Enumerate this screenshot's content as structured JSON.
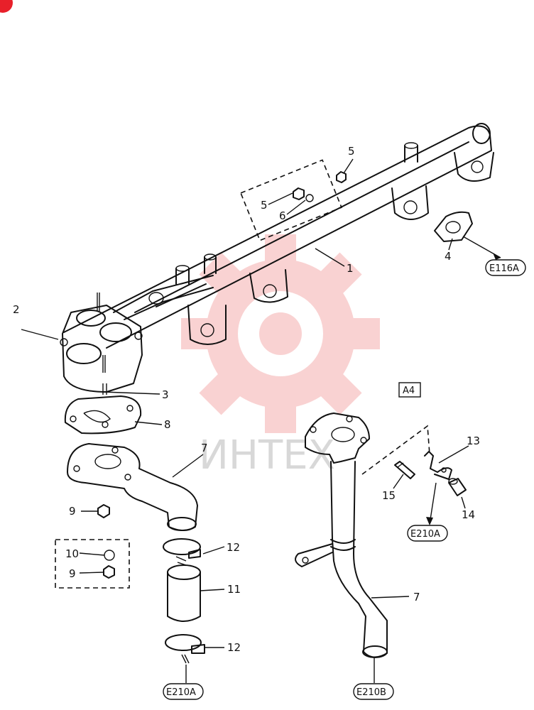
{
  "diagram": {
    "section_label": "A4",
    "watermark_text": "ИНТЕХ",
    "callouts": [
      {
        "id": "c1",
        "text": "1"
      },
      {
        "id": "c2",
        "text": "2"
      },
      {
        "id": "c3",
        "text": "3"
      },
      {
        "id": "c4",
        "text": "4"
      },
      {
        "id": "c5a",
        "text": "5"
      },
      {
        "id": "c5b",
        "text": "5"
      },
      {
        "id": "c6",
        "text": "6"
      },
      {
        "id": "c7a",
        "text": "7"
      },
      {
        "id": "c7b",
        "text": "7"
      },
      {
        "id": "c8",
        "text": "8"
      },
      {
        "id": "c9a",
        "text": "9"
      },
      {
        "id": "c9b",
        "text": "9"
      },
      {
        "id": "c10",
        "text": "10"
      },
      {
        "id": "c11",
        "text": "11"
      },
      {
        "id": "c12a",
        "text": "12"
      },
      {
        "id": "c12b",
        "text": "12"
      },
      {
        "id": "c13",
        "text": "13"
      },
      {
        "id": "c14",
        "text": "14"
      },
      {
        "id": "c15",
        "text": "15"
      }
    ],
    "references": [
      {
        "id": "r1",
        "text": "E116A"
      },
      {
        "id": "r2",
        "text": "E210A"
      },
      {
        "id": "r3",
        "text": "E210A"
      },
      {
        "id": "r4",
        "text": "E210B"
      }
    ],
    "colors": {
      "line": "#111111",
      "watermark": "#f08080",
      "corner_badge": "#e8202a"
    }
  }
}
